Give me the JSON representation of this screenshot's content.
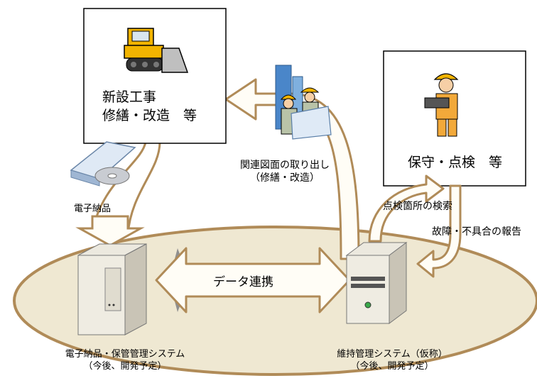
{
  "construction_box": {
    "line1": "新設工事",
    "line2": "修繕・改造　等"
  },
  "maintenance_box": {
    "label": "保守・点検　等"
  },
  "delivery_label": "電子納品",
  "drawings_label": {
    "line1": "関連図面の取り出し",
    "line2": "（修繕・改造）"
  },
  "inspection_search_label": "点検箇所の検索",
  "fault_report_label": "故障・不具合の報告",
  "data_link_label": "データ連携",
  "server_left": {
    "line1": "電子納品・保管管理システム",
    "line2": "（今後、開発予定）"
  },
  "server_right": {
    "line1": "維持管理システム（仮称）",
    "line2": "（今後、開発予定）"
  },
  "colors": {
    "ellipse_fill": "#efe8d2",
    "border_brown": "#b08b58",
    "arrow_fill": "#fffdf6",
    "arrow_shade": "#8f8f8f"
  }
}
